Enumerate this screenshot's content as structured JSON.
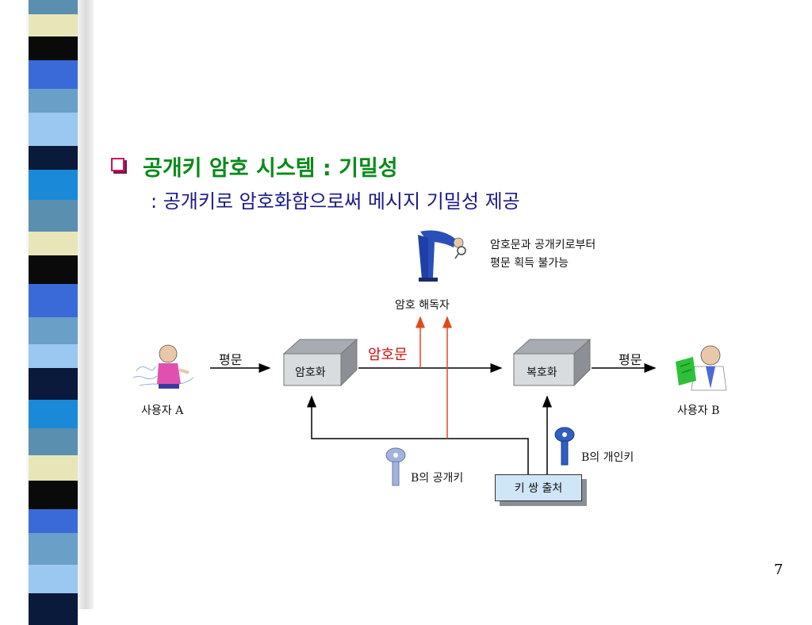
{
  "slide": {
    "title": "공개키 암호 시스템 : 기밀성",
    "subtitle": ": 공개키로 암호화함으로써 메시지 기밀성 제공",
    "page_number": "7"
  },
  "diagram": {
    "user_a": {
      "label": "사용자 ",
      "suffix": "A"
    },
    "user_b": {
      "label": "사용자 ",
      "suffix": "B"
    },
    "plaintext_left": "평문",
    "plaintext_right": "평문",
    "ciphertext": "암호문",
    "encrypt_box": "암호화",
    "decrypt_box": "복호화",
    "attacker_label": "암호 해독자",
    "attacker_note_line1": "암호문과 공개키로부터",
    "attacker_note_line2": "평문 획득 불가능",
    "public_key": {
      "prefix": "B",
      "label": "의 공개키"
    },
    "private_key": {
      "prefix": "B",
      "label": "의 개인키"
    },
    "keypair_source": "키 쌍 출처"
  },
  "colors": {
    "title": "#0a8a1a",
    "subtitle": "#1a1a88",
    "ciphertext": "#d01010",
    "attack_arrow": "#e04a1a",
    "box_fill": "#cfe6f7",
    "bullet": "#cc1166"
  }
}
